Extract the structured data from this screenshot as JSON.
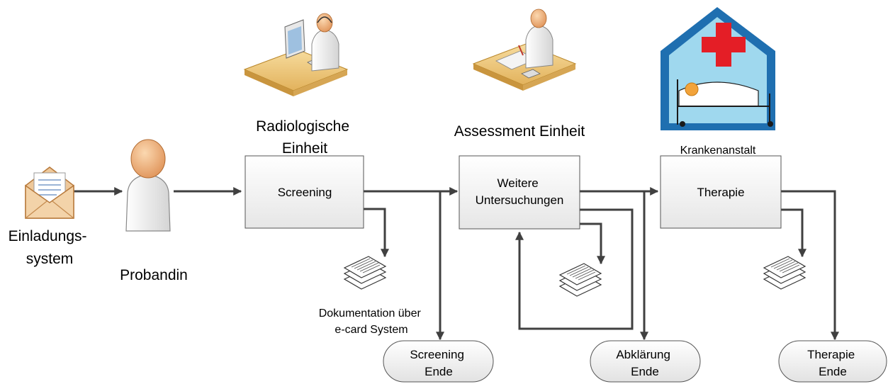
{
  "actors": {
    "invitation": "Einladungs-\nsystem",
    "participant": "Probandin",
    "radiology": "Radiologische\nEinheit",
    "assessment": "Assessment Einheit",
    "hospital": "Krankenanstalt"
  },
  "process": {
    "screening": "Screening",
    "further": "Weitere\nUntersuchungen",
    "therapy": "Therapie"
  },
  "terminals": {
    "screening_end": "Screening\nEnde",
    "clarification_end": "Abklärung\nEnde",
    "therapy_end": "Therapie\nEnde"
  },
  "documentation": "Dokumentation über\ne-card System",
  "icons": [
    "envelope-icon",
    "person-icon",
    "radiologist-workstation-icon",
    "assessment-desk-icon",
    "hospital-icon",
    "document-stack-icon"
  ]
}
